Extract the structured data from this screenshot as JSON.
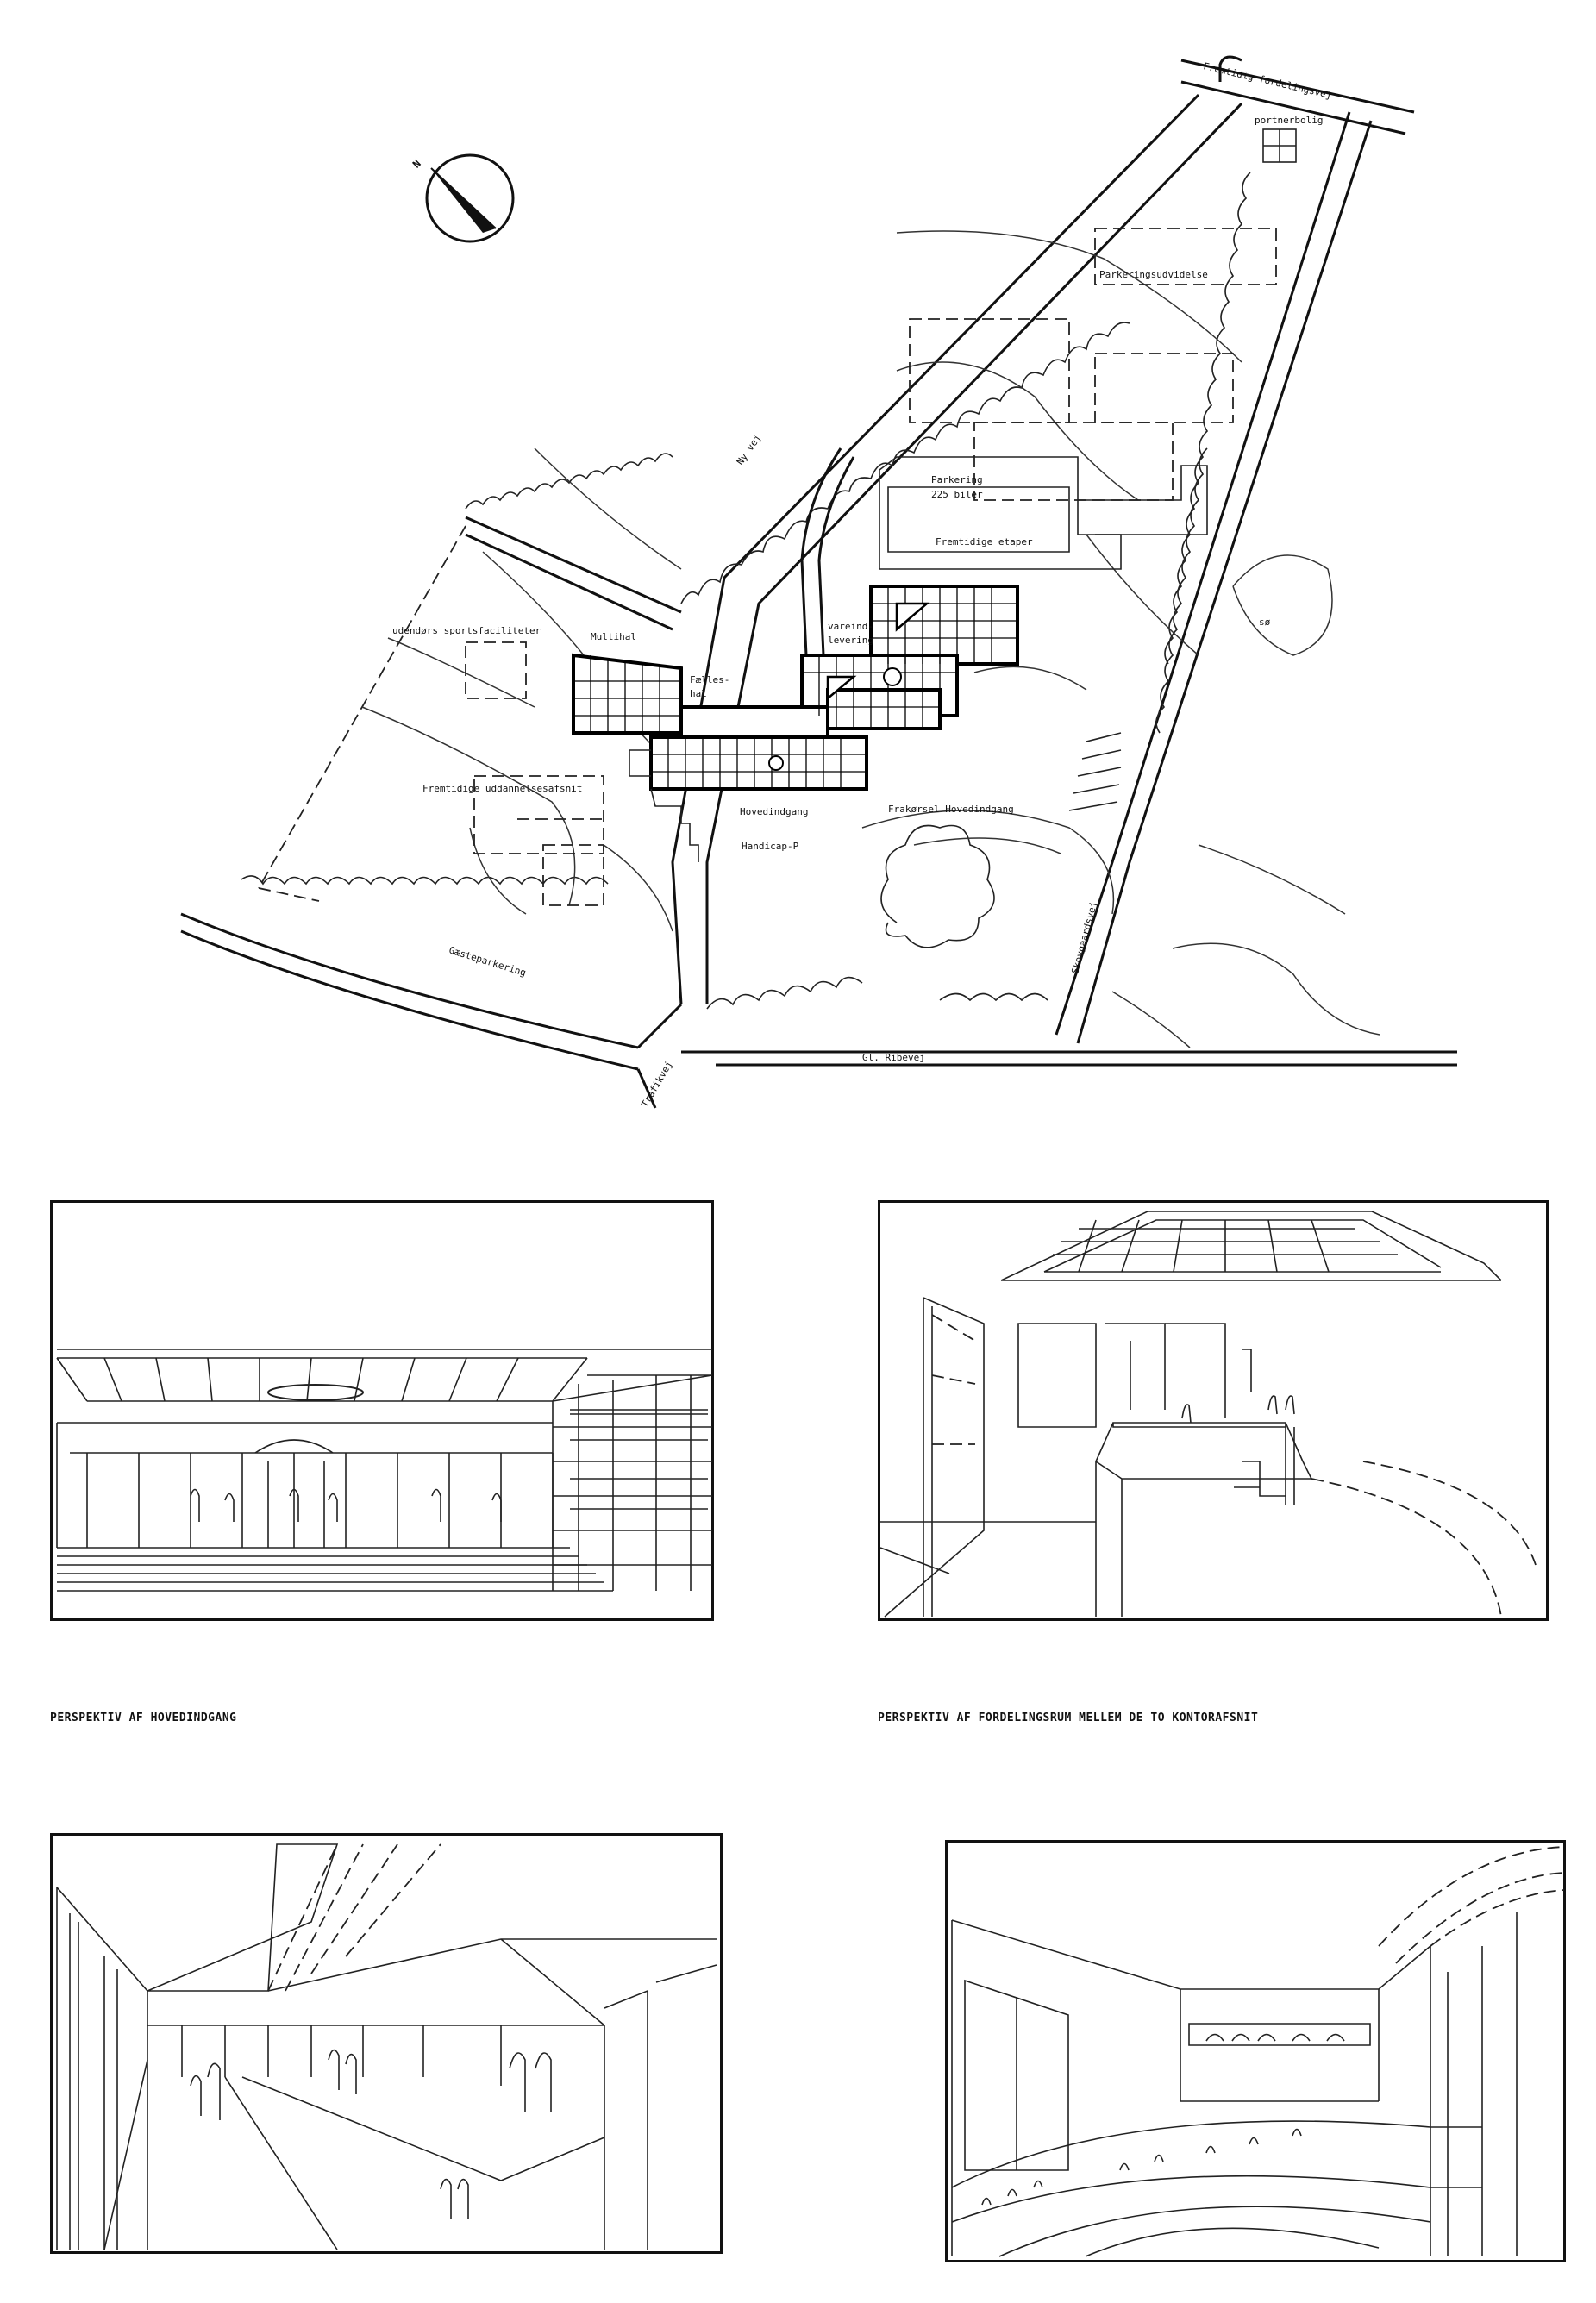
{
  "site_plan": {
    "north": "N",
    "labels": {
      "future_road": "Fremtidig fordelingsvej",
      "porter": "portnerbolig",
      "parking_ext": "Parkeringsudvidelse",
      "parking": "Parkering",
      "parking_count": "225 biler",
      "future_stages": "Fremtidige etaper",
      "sports": "udendørs sportsfaciliteter",
      "multihall": "Multihal",
      "delivery_1": "vareind-",
      "delivery_2": "levering",
      "common_1": "Fælles-",
      "common_2": "hal",
      "future_training": "Fremtidige uddannelsesafsnit",
      "main_entrance": "Hovedindgang",
      "handicap": "Handicap-P",
      "approach": "Frakørsel Hovedindgang",
      "guest_parking": "Gæsteparkering",
      "road_bottom": "Gl. Ribevej",
      "road_right": "Skovgaardsvej",
      "road_left": "Trafikvej",
      "road_diag": "Ny vej",
      "lake": "sø"
    }
  },
  "perspectives": [
    {
      "caption": "PERSPEKTIV AF HOVEDINDGANG"
    },
    {
      "caption": "PERSPEKTIV AF FORDELINGSRUM MELLEM DE TO KONTORAFSNIT"
    },
    {
      "caption": ""
    },
    {
      "caption": ""
    }
  ]
}
